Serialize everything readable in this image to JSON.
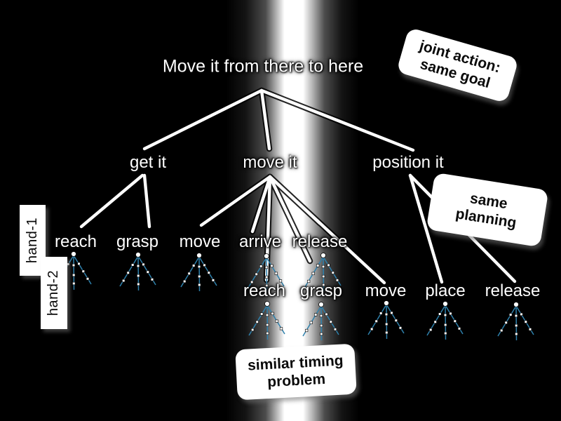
{
  "slide": {
    "title": "Move it from there to here",
    "tree": {
      "root": "Move it from there to here",
      "level2": [
        "get it",
        "move it",
        "position it"
      ],
      "hand1": [
        "reach",
        "grasp",
        "move",
        "arrive",
        "release"
      ],
      "hand2": [
        "reach",
        "grasp",
        "move",
        "place",
        "release"
      ]
    },
    "hands": [
      "hand-1",
      "hand-2"
    ],
    "callouts": {
      "joint_action": {
        "line1": "joint action:",
        "line2": "same goal"
      },
      "same_planning": {
        "line1": "same",
        "line2": "planning"
      },
      "similar_timing": {
        "line1": "similar timing",
        "line2": "problem"
      }
    },
    "icons": {
      "mini_tree": "mini-tree-icon (dashed 3-branch subtree of small nodes)"
    },
    "colors": {
      "background": "#000000",
      "light_stripe": "#ffffff",
      "tree_edge": "#ffffff",
      "mini_tree_edge": "#2E81AD",
      "mini_tree_node": "#ffffff",
      "callout_bg": "#ffffff",
      "callout_text": "#0a0a0a"
    }
  }
}
